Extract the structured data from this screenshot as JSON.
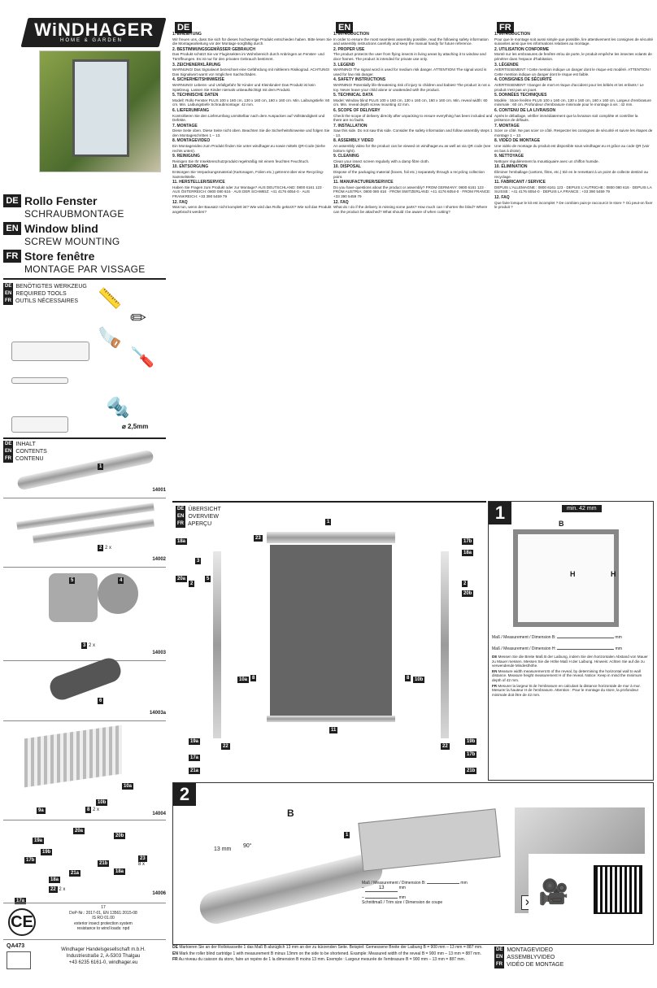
{
  "brand": {
    "name": "WiNDHAGER",
    "tagline": "HOME & GARDEN"
  },
  "product": {
    "de": {
      "code": "DE",
      "title": "Rollo Fenster",
      "subtitle": "SCHRAUBMONTAGE"
    },
    "en": {
      "code": "EN",
      "title": "Window blind",
      "subtitle": "SCREW MOUNTING"
    },
    "fr": {
      "code": "FR",
      "title": "Store fenêtre",
      "subtitle": "MONTAGE PAR VISSAGE"
    }
  },
  "tools_heading": {
    "de": "BENÖTIGTES WERKZEUG",
    "en": "REQUIRED TOOLS",
    "fr": "OUTILS NÉCESSAIRES"
  },
  "contents_heading": {
    "de": "INHALT",
    "en": "CONTENTS",
    "fr": "CONTENU"
  },
  "overview_heading": {
    "de": "ÜBERSICHT",
    "en": "OVERVIEW",
    "fr": "APERÇU"
  },
  "video_heading": {
    "de": "MONTAGEVIDEO",
    "en": "ASSEMBLYVIDEO",
    "fr": "VIDÉO DE MONTAGE"
  },
  "drill_size": "⌀ 2,5mm",
  "lang_codes": {
    "de": "DE",
    "en": "EN",
    "fr": "FR"
  },
  "part_codes": [
    "14001",
    "14002",
    "14003",
    "14003a",
    "14004",
    "14006"
  ],
  "part_labels": {
    "p1": "1",
    "p2": "2",
    "p2x": "2 x",
    "p3": "3",
    "p3x": "2 x",
    "p4": "4",
    "p5": "5",
    "p6": "6",
    "p8": "8",
    "p8x": "2 x",
    "p9a": "9a",
    "p10a": "10a",
    "p10b": "10b",
    "p11": "11",
    "p17a": "17a",
    "p17b": "17b",
    "p18a": "18a",
    "p19a": "19a",
    "p19b": "19b",
    "p20a": "20a",
    "p20b": "20b",
    "p21a": "21a",
    "p21b": "21b",
    "p22": "22",
    "p22x": "2 x",
    "p23": "23",
    "p23x": "8 x"
  },
  "steps": {
    "s1": "1",
    "s2": "2"
  },
  "min_label": "min. 42 mm",
  "measure": {
    "b_label": "Maß / Measurement / Dimension B:",
    "h_label": "Maß / Measurement / Dimension H:",
    "unit": "mm",
    "cut_label": "Schnittmaß / Trim size / Dimension de coupe",
    "b_line": "B:",
    "minus": "–",
    "minus_value": "13",
    "angle": "90°",
    "dim_13": "13 mm",
    "B": "B",
    "H": "H"
  },
  "de_text": [
    {
      "h": "1. EINLEITUNG",
      "p": "Wir freuen uns, dass Sie sich für dieses hochwertige Produkt entschieden haben. Bitte lesen Sie die Montageanleitung vor der Montage sorgfältig durch."
    },
    {
      "h": "2. BESTIMMUNGSGEMÄSSER GEBRAUCH",
      "p": "Das Produkt schützt Sie vor Fluginsekten im Wohnbereich durch Anbringen an Fenster- und Türöffnungen. Es ist nur für den privaten Gebrauch bestimmt."
    },
    {
      "h": "3. ZEICHENERKLÄRUNG",
      "p": "WARNUNG! Das Signalwort bezeichnet eine Gefährdung mit mittlerem Risikograd. ACHTUNG! Das Signalwort warnt vor möglichen Sachschäden."
    },
    {
      "h": "4. SICHERHEITSHINWEISE",
      "p": "WARNUNG! Lebens- und Unfallgefahr für Kinder und Kleinkinder! Das Produkt ist kein Spielzeug. Lassen Sie Kinder niemals unbeaufsichtigt mit dem Produkt."
    },
    {
      "h": "5. TECHNISCHE DATEN",
      "p": "Modell: Rollo Fenster PLUS 100 x 160 cm, 130 x 160 cm, 160 x 160 cm. Min. Laibungstiefe: 60 cm. Min. Laibungstiefe Schraubmontage: 42 mm."
    },
    {
      "h": "6. LIEFERUMFANG",
      "p": "Kontrollieren Sie den Lieferumfang unmittelbar nach dem Auspacken auf Vollständigkeit und Defekte."
    },
    {
      "h": "7. MONTAGE",
      "p": "Diese Seite oben. Diese Seite nicht oben. Beachten Sie die Sicherheitshinweise und folgen Sie den Montageschritten 1 – 13."
    },
    {
      "h": "8. MONTAGEVIDEO",
      "p": "Ein Montagevideo zum Produkt finden Sie unter windhager.eu sowie mittels QR-Code (siehe rechts unten)."
    },
    {
      "h": "9. REINIGUNG",
      "p": "Reinigen Sie Ihr Insektenschutzprodukt regelmäßig mit einem feuchten Feuchtuch."
    },
    {
      "h": "10. ENTSORGUNG",
      "p": "Entsorgen Sie Verpackungsmaterial (Kartonagen, Folien etc.) getrennt über eine Recycling-Sammelstelle."
    },
    {
      "h": "11. HERSTELLER/SERVICE",
      "p": "Haben Sie Fragen zum Produkt oder zur Montage? AUS DEUTSCHLAND: 0800 6161 123 · AUS ÖSTERREICH: 0800 080 616 · AUS DER SCHWEIZ: +41 4176 6054-0 · AUS FRANKREICH: +33 390 5459 79"
    },
    {
      "h": "12. FAQ",
      "p": "Was tun, wenn der Bausatz nicht komplett ist? Wie wird das Rollo gekürzt? Wie soll das Produkt angebracht werden?"
    }
  ],
  "en_text": [
    {
      "h": "1. INTRODUCTION",
      "p": "In order to ensure the most seamless assembly possible, read the following safety information and assembly instructions carefully and keep the manual handy for future reference."
    },
    {
      "h": "2. PROPER USE",
      "p": "The product protects the user from flying insects in living areas by attaching it to window and door frames. The product is intended for private use only."
    },
    {
      "h": "3. LEGEND",
      "p": "WARNING! The signal word is used for medium risk danger. ATTENTION! The signal word is used for low risk danger."
    },
    {
      "h": "4. SAFETY INSTRUCTIONS",
      "p": "WARNING! Potentially life-threatening risk of injury to children and babies! The product is not a toy. Never leave your child alone or unattended with the product."
    },
    {
      "h": "5. TECHNICAL DATA",
      "p": "Model: Window blind PLUS 100 x 160 cm, 130 x 160 cm, 160 x 160 cm. Min. reveal width: 60 cm. Min. reveal depth screw mounting 42 mm."
    },
    {
      "h": "6. SCOPE OF DELIVERY",
      "p": "Check the scope of delivery directly after unpacking to ensure everything has been included and there are no faults."
    },
    {
      "h": "7. INSTALLATION",
      "p": "Saw this side. Do not saw this side. Consider the safety information and follow assembly steps 1 - 13."
    },
    {
      "h": "8. ASSEMBLY VIDEO",
      "p": "An assembly video for the product can be viewed on windhager.eu as well as via QR code (see bottom right)."
    },
    {
      "h": "9. CLEANING",
      "p": "Clean your insect screen regularly with a damp fibre cloth."
    },
    {
      "h": "10. DISPOSAL",
      "p": "Dispose of the packaging material (boxes, foil etc.) separately through a recycling collection point."
    },
    {
      "h": "11. MANUFACTURER/SERVICE",
      "p": "Do you have questions about the product or assembly? FROM GERMANY: 0800 6161 123 · FROM AUSTRIA: 0800 080 616 · FROM SWITZERLAND: +41 4176 6054-0 · FROM FRANCE: +33 390 5459 79"
    },
    {
      "h": "12. FAQ",
      "p": "What do I do if the delivery is missing some parts? How much can I shorten the blind? Where can the product be attached? What should I be aware of when cutting?"
    }
  ],
  "fr_text": [
    {
      "h": "1. INTRODUCTION",
      "p": "Pour que le montage soit aussi simple que possible, lire attentivement les consignes de sécurité suivantes ainsi que les informations relatives au montage."
    },
    {
      "h": "2. UTILISATION CONFORME",
      "p": "Monté sur les embrasures de fenêtre et/ou de porte, le produit empêche les insectes volants de pénétrer dans l'espace d'habitation."
    },
    {
      "h": "3. LÉGENDE",
      "p": "AVERTISSEMENT ! Cette mention indique un danger dont le risque est modéré. ATTENTION ! Cette mention indique un danger dont le risque est faible."
    },
    {
      "h": "4. CONSIGNES DE SÉCURITÉ",
      "p": "AVERTISSEMENT ! Danger de mort et risque d'accident pour les bébés et les enfants ! Le produit n'est pas un jouet."
    },
    {
      "h": "5. DONNÉES TECHNIQUES",
      "p": "Modèle : Store fenêtre PLUS 100 x 160 cm, 130 x 160 cm, 160 x 160 cm. Largeur d'embrasure minimale : 60 cm. Profondeur d'embrasure minimale pour le montage à vis : 42 mm."
    },
    {
      "h": "6. CONTENU DE LA LIVRAISON",
      "p": "Après le déballage, vérifier immédiatement que la livraison soit complète et contrôler la présence de défauts."
    },
    {
      "h": "7. MONTAGE",
      "p": "Scier ce côté. Ne pas scier ce côté. Respecter les consignes de sécurité et suivre les étapes de montage 1 – 13."
    },
    {
      "h": "8. VIDÉO DE MONTAGE",
      "p": "Une vidéo de montage du produit est disponible sous windhager.eu et grâce au code QR (voir en bas à droite)."
    },
    {
      "h": "9. NETTOYAGE",
      "p": "Nettoyer régulièrement la moustiquaire avec un chiffon humide."
    },
    {
      "h": "10. ÉLIMINATION",
      "p": "Éliminer l'emballage (cartons, films, etc.) trié en le remettant à un point de collecte destiné au recyclage."
    },
    {
      "h": "11. FABRICANT / SERVICE",
      "p": "DEPUIS L'ALLEMAGNE : 0800 6161 123 · DEPUIS L'AUTRICHE : 0800 080 616 · DEPUIS LA SUISSE : +41 4176 6054-0 · DEPUIS LA FRANCE : +33 390 5459 79"
    },
    {
      "h": "12. FAQ",
      "p": "Que faire lorsque le kit est incomplet ? De combien puis-je raccourcir le store ? Où peut-on fixer le produit ?"
    }
  ],
  "step1_text": {
    "de": "Messen Sie die Breite Maß B der Laibung, indem Sie den horizontalen Abstand von Mauer zu Mauer messen. Messen Sie die Höhe Maß H der Laibung. Hinweis: Achten Sie auf die zu verwendende Mindesthöhe.",
    "en": "Measure width measurement B of the reveal, by determining the horizontal wall to wall distance. Measure height measurement H of the reveal. Notice: Keep in mind the minimum depth of 42 mm.",
    "fr": "Mesurer la largeur B de l'embrasure en calculant la distance horizontale de mur à mur. Mesurer la hauteur H de l'embrasure. Attention : Pour le montage du store, la profondeur minimale doit être de 42 mm."
  },
  "step2_text": {
    "de": "Markieren Sie an der Rollokassette 1 das Maß B abzüglich 13 mm an der zu kürzenden Seite. Beispiel: Gemessene Breite der Laibung B = 900 mm – 13 mm = 887 mm.",
    "en": "Mark the roller blind cartridge 1 with measurement B minus 13mm on the side to be shortened. Example: Measured width of the reveal B = 900 mm – 13 mm = 887 mm.",
    "fr": "Au niveau du caisson du store, faire un repère de 1 la dimension B moins 13 mm. Exemple : Largeur mesurée de l'embrasure B = 900 mm – 13 mm = 887 mm."
  },
  "footer": {
    "ce": "CE",
    "num": "17",
    "dop": "DoP-Nr.: 2017-01, EN 13561:2015-08",
    "standard": "IS RO 01.00",
    "desc": "exterior insect protection system",
    "desc2": "resistance to wind loads: npd",
    "company": "Windhager Handelsgesellschaft m.b.H.",
    "address": "Industriestraße 2, A-5303 Thalgau",
    "contact": "+43 6235 6161-0, windhager.eu",
    "qa": "QA473"
  }
}
